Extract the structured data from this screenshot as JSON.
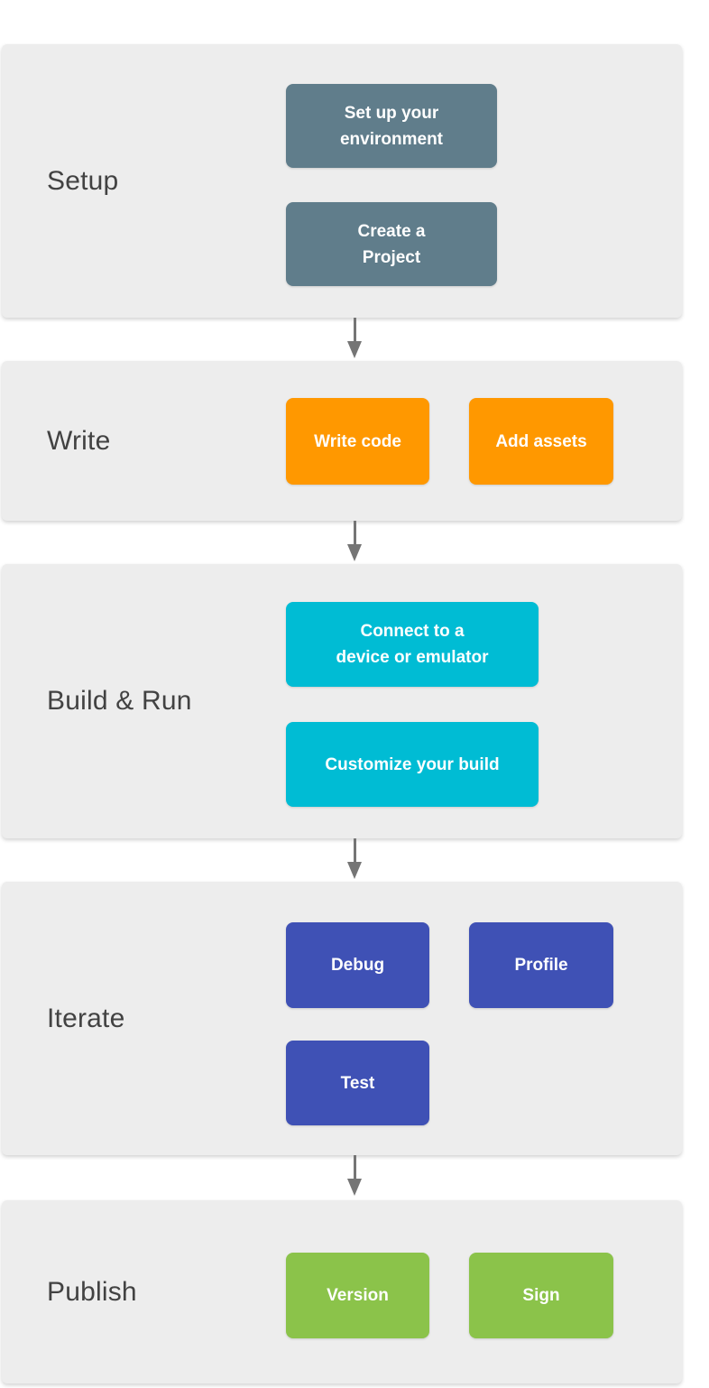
{
  "diagram": {
    "title_implicit": "Development workflow stages",
    "page_background": "#ffffff",
    "section_background": "#ededed",
    "label_color": "#424242",
    "arrow_color": "#757575",
    "sections": [
      {
        "label": "Setup",
        "color": "#607d8b",
        "buttons": [
          {
            "lines": [
              "Set up your",
              "environment"
            ]
          },
          {
            "lines": [
              "Create a",
              "Project"
            ]
          }
        ]
      },
      {
        "label": "Write",
        "color": "#ff9800",
        "buttons": [
          {
            "lines": [
              "Write code"
            ]
          },
          {
            "lines": [
              "Add assets"
            ]
          }
        ]
      },
      {
        "label": "Build & Run",
        "color": "#00bcd4",
        "buttons": [
          {
            "lines": [
              "Connect to a",
              "device or emulator"
            ]
          },
          {
            "lines": [
              "Customize your build"
            ]
          }
        ]
      },
      {
        "label": "Iterate",
        "color": "#3f51b5",
        "buttons": [
          {
            "lines": [
              "Debug"
            ]
          },
          {
            "lines": [
              "Profile"
            ]
          },
          {
            "lines": [
              "Test"
            ]
          }
        ]
      },
      {
        "label": "Publish",
        "color": "#8bc34a",
        "buttons": [
          {
            "lines": [
              "Version"
            ]
          },
          {
            "lines": [
              "Sign"
            ]
          }
        ]
      }
    ]
  }
}
